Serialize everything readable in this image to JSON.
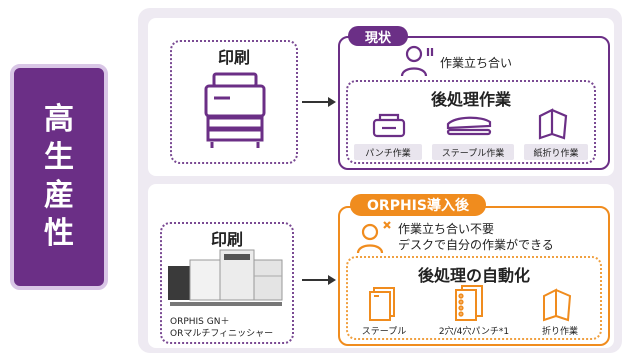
{
  "badge": {
    "chars": [
      "高",
      "生",
      "産",
      "性"
    ]
  },
  "current": {
    "tag": "現状",
    "print_label": "印刷",
    "attendance_text": "作業立ち合い",
    "post_title": "後処理作業",
    "tasks": [
      "パンチ作業",
      "ステープル作業",
      "紙折り作業"
    ]
  },
  "after": {
    "tag": "ORPHIS導入後",
    "print_label": "印刷",
    "product_line1": "ORPHIS GN＋",
    "product_line2": "ORマルチフィニッシャー",
    "note_line1": "作業立ち合い不要",
    "note_line2": "デスクで自分の作業ができる",
    "post_title": "後処理の自動化",
    "tasks": [
      "ステープル",
      "2穴/4穴パンチ*1",
      "折り作業"
    ]
  },
  "colors": {
    "purple": "#6b2f86",
    "orange": "#f08c1e",
    "panel": "#eeeaf2"
  }
}
